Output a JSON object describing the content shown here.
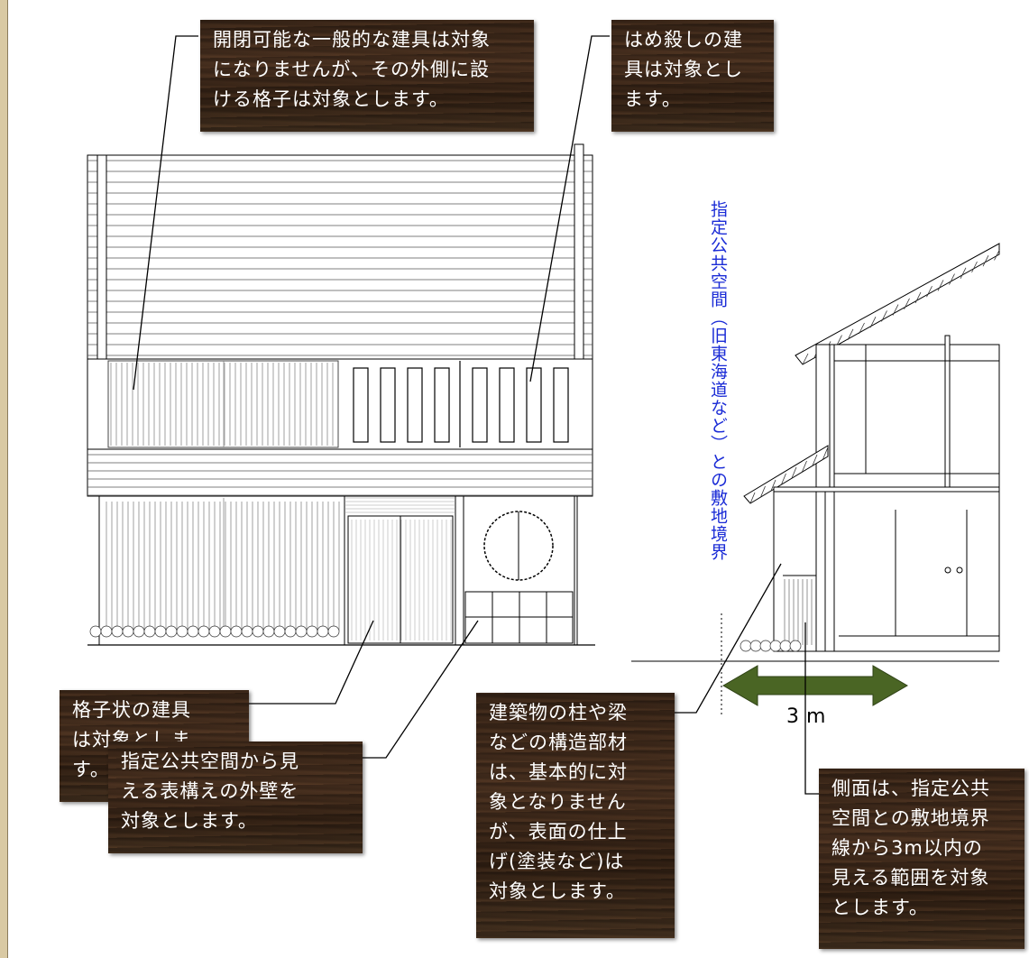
{
  "labels": {
    "fittings_lattice": "開閉可能な一般的な建具は対象\nになりませんが、その外側に設\nける格子は対象とします。",
    "fixed_fittings": "はめ殺しの建\n具は対象とし\nます。",
    "lattice_fittings": "格子状の建具\nは対象としま\nす。",
    "outer_wall": "指定公共空間から見\nえる表構えの外壁を\n対象とします。",
    "structural": "建築物の柱や梁\nなどの構造部材\nは、基本的に対\n象となりません\nが、表面の仕上\nげ(塗装など)は\n対象とします。",
    "side_face": "側面は、指定公共\n空間との敷地境界\n線から3m以内の\n見える範囲を対象\nとします。"
  },
  "boundary_label": "指定公共空間（旧東海道など）との敷地境界",
  "dimension_label": "3m",
  "colors": {
    "label_bg": "#3f2a1b",
    "arrow": "#4a6524",
    "boundary_text": "#1a2bd6",
    "line": "#000000"
  }
}
